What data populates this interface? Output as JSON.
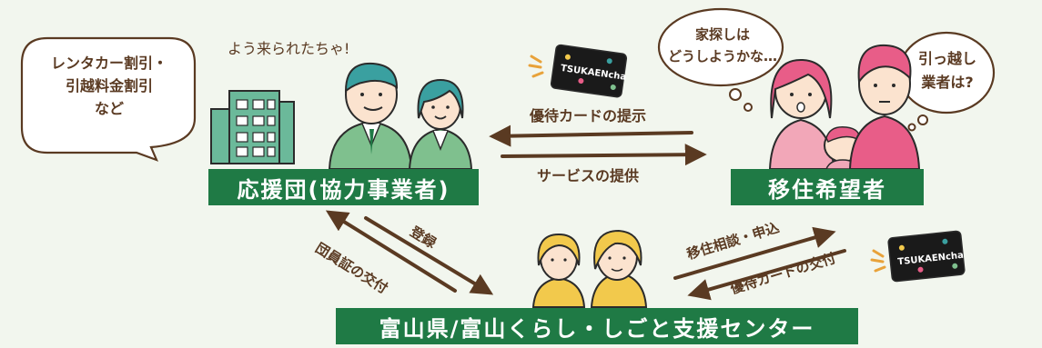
{
  "labels": {
    "supporters": "応援団(協力事業者)",
    "applicants": "移住希望者",
    "center": "富山県/富山くらし・しごと支援センター"
  },
  "speech": {
    "staff_greeting": "よう来られたちゃ!",
    "discounts": [
      "レンタカー割引・",
      "引越料金割引",
      "など"
    ],
    "house_hunting": [
      "家探しは",
      "どうしようかな…"
    ],
    "movers": [
      "引っ越し",
      "業者は?"
    ]
  },
  "arrows": {
    "show_card": "優待カードの提示",
    "provide_service": "サービスの提供",
    "register": "登録",
    "issue_member_card": "団員証の交付",
    "consult_apply": "移住相談・申込",
    "issue_card": "優待カードの交付"
  },
  "card": {
    "brand": "TSUKAENcha"
  },
  "colors": {
    "green": "#1f7a45",
    "brown": "#5a3a22",
    "background": "#f2f6ee",
    "card_black": "#1a1a1a",
    "accent_orange": "#e8a23a"
  }
}
